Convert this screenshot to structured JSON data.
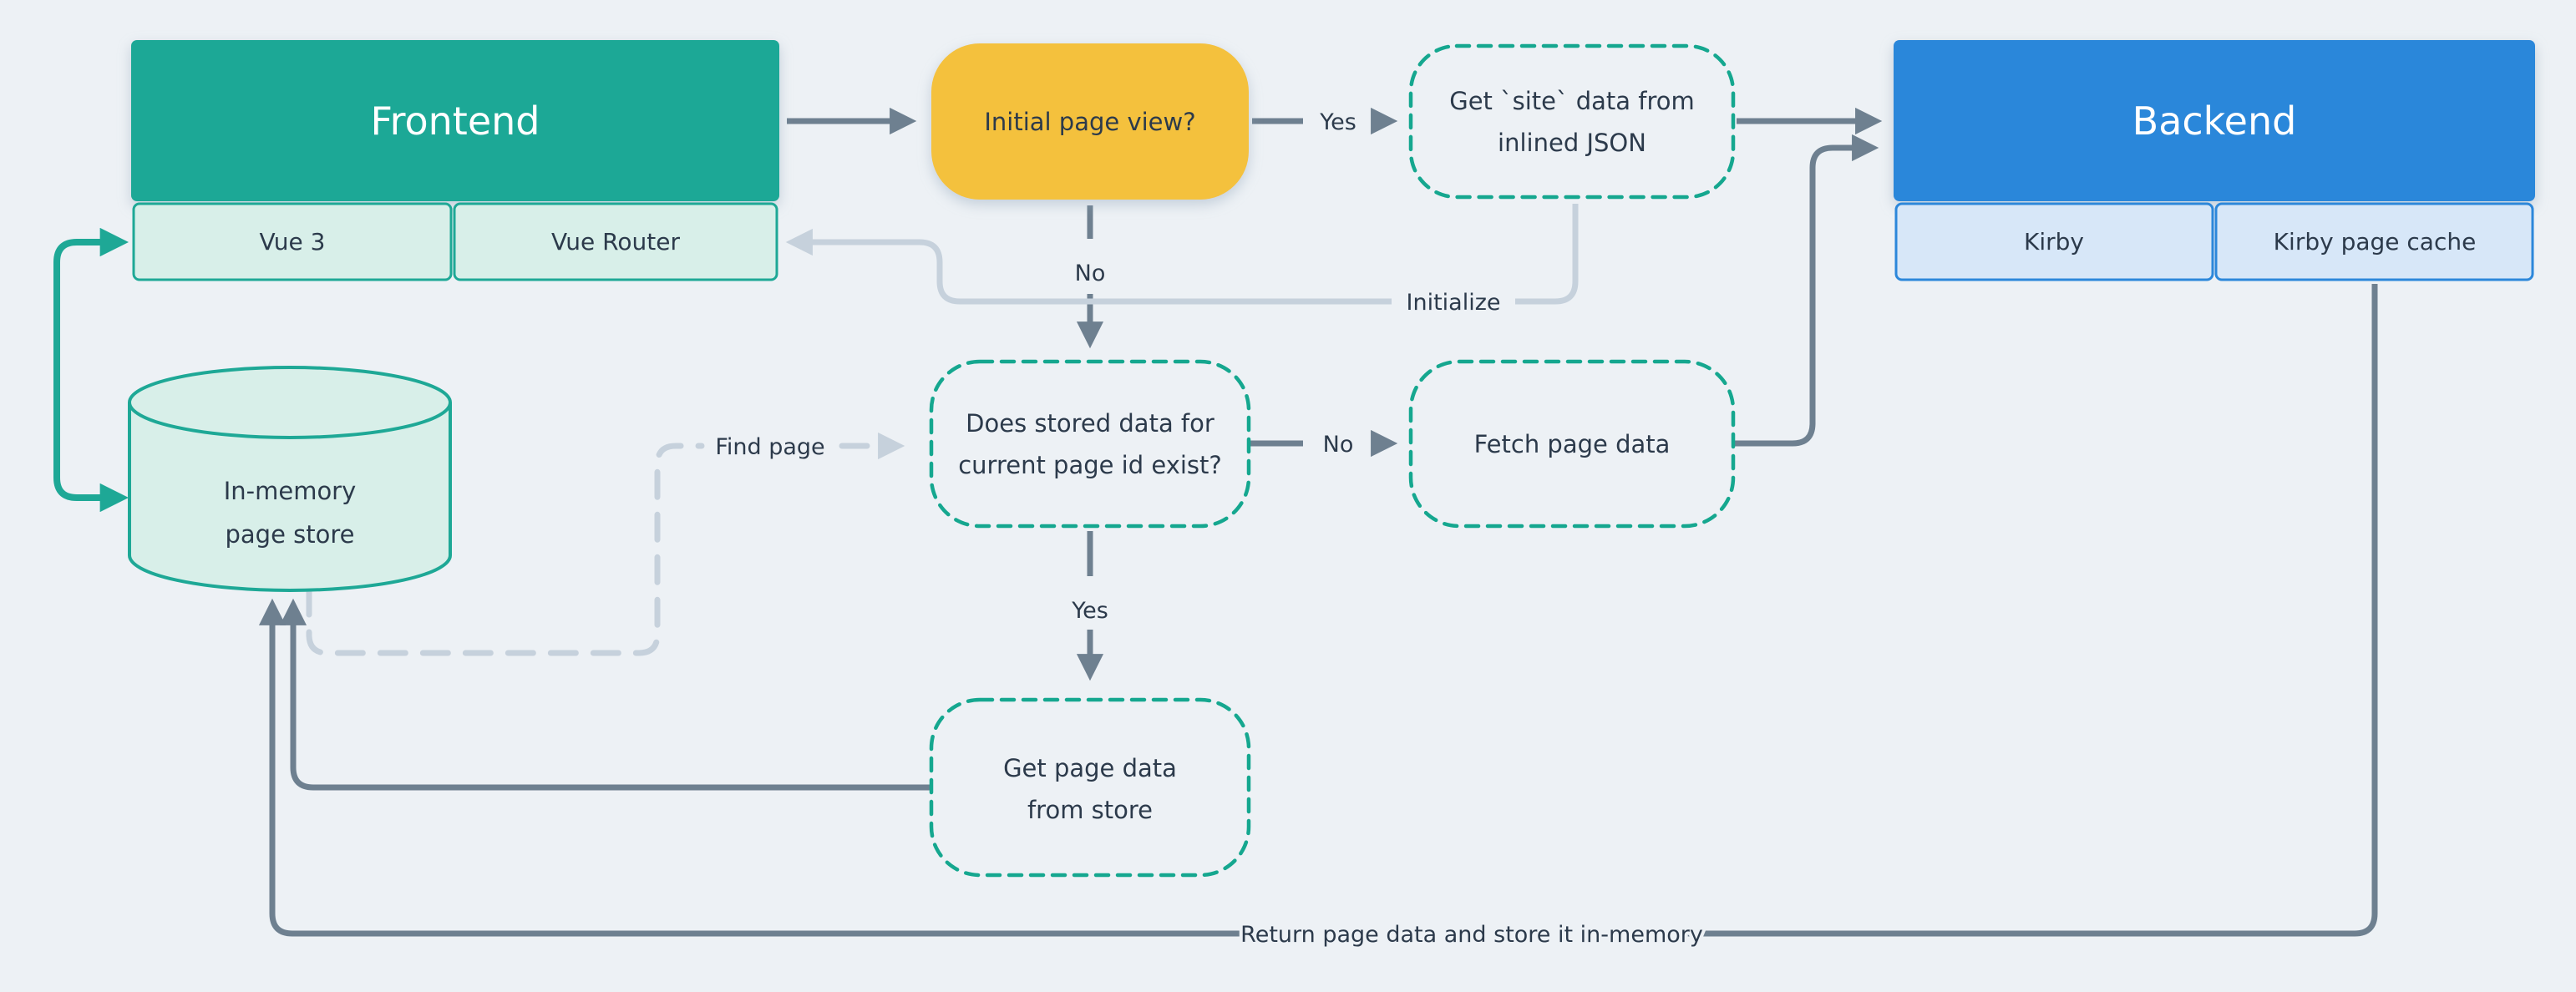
{
  "colors": {
    "bg": "#edf1f5",
    "teal": "#1ea896",
    "teal-dash": "#15a78f",
    "teal-light": "#d8efe9",
    "yellow": "#f4c13c",
    "blue": "#2c87da",
    "blue-light": "#d7e7f8",
    "ink": "#2c3a4b",
    "gray": "#6e8090",
    "gray-light": "#c6d1dc",
    "white": "#ffffff"
  },
  "frontend": {
    "title": "Frontend",
    "modules": [
      {
        "label": "Vue 3"
      },
      {
        "label": "Vue Router"
      }
    ]
  },
  "backend": {
    "title": "Backend",
    "modules": [
      {
        "label": "Kirby"
      },
      {
        "label": "Kirby page cache"
      }
    ]
  },
  "store": {
    "line1": "In-memory",
    "line2": "page store"
  },
  "nodes": {
    "initial": {
      "label": "Initial page view?"
    },
    "get_site": {
      "line1": "Get `site` data from",
      "line2": "inlined JSON"
    },
    "decision": {
      "line1": "Does stored data for",
      "line2": "current page id exist?"
    },
    "fetch": {
      "label": "Fetch page data"
    },
    "get_page": {
      "line1": "Get page data",
      "line2": "from store"
    }
  },
  "edges": {
    "yes_initial": "Yes",
    "no_initial": "No",
    "initialize": "Initialize",
    "find_page": "Find page",
    "no_decision": "No",
    "yes_decision": "Yes",
    "return_store": "Return page data and store it in-memory"
  }
}
